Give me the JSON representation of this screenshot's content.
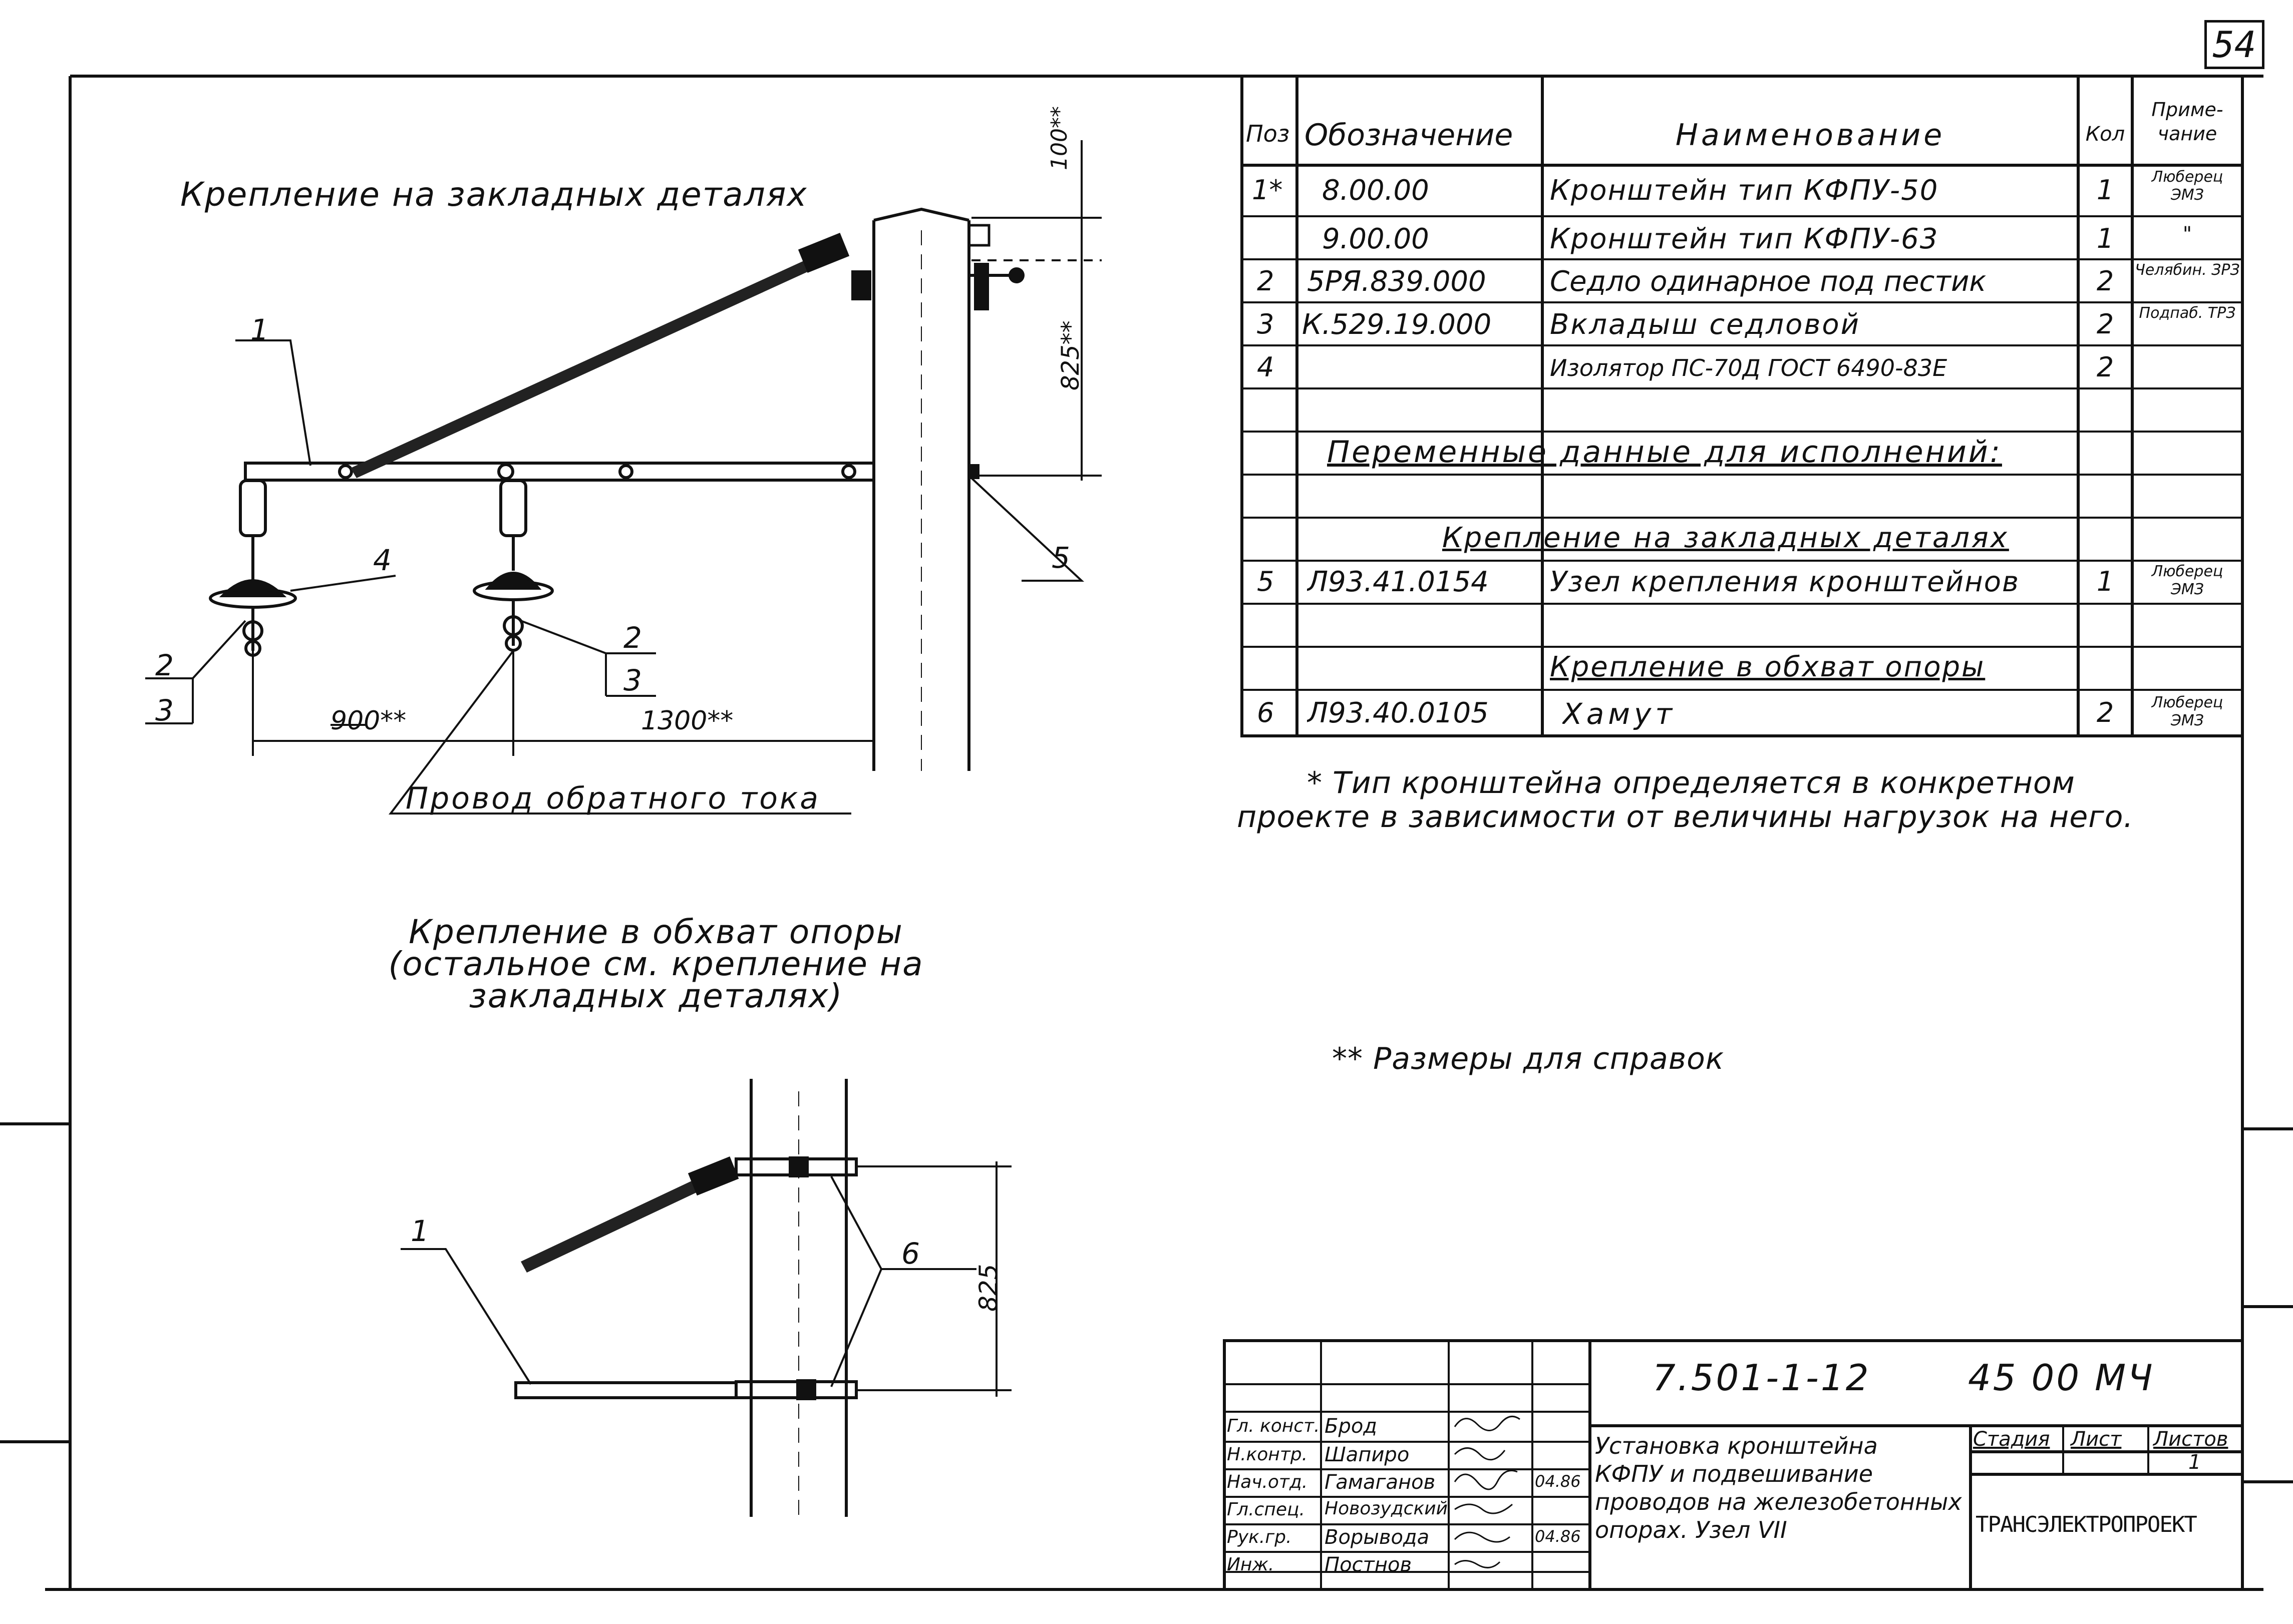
{
  "sheet_number": "54",
  "drawing": {
    "title_embedded": "Крепление на закладных деталях",
    "title_clamp": [
      "Крепление в обхват опоры",
      "(остальное см. крепление на",
      "закладных деталях)"
    ],
    "callouts_embedded": [
      "1",
      "2",
      "3",
      "4",
      "5",
      "2",
      "3"
    ],
    "dim_900": "900**",
    "dim_1300": "1300**",
    "dim_100": "100**",
    "dim_825_top": "825**",
    "wire_label": "Провод обратного тока",
    "callouts_clamp": [
      "1",
      "6"
    ],
    "dim_825_clamp": "825"
  },
  "spec_table": {
    "headers": [
      "Поз",
      "Обозначение",
      "Наименование",
      "Кол",
      "Приме-чание"
    ],
    "rows": [
      {
        "pos": "1*",
        "code": "8.00.00",
        "name": "Кронштейн тип КФПУ-50",
        "qty": "1",
        "note": "Люберец ЭМЗ"
      },
      {
        "pos": "",
        "code": "9.00.00",
        "name": "Кронштейн тип КФПУ-63",
        "qty": "1",
        "note": "\""
      },
      {
        "pos": "2",
        "code": "5РЯ.839.000",
        "name": "Седло одинарное под пестик",
        "qty": "2",
        "note": "Челябин. ЗРЗ"
      },
      {
        "pos": "3",
        "code": "К.529.19.000",
        "name": "Вкладыш седловой",
        "qty": "2",
        "note": "Подпаб. ТРЗ"
      },
      {
        "pos": "4",
        "code": "",
        "name": "Изолятор ПС-70Д ГОСТ 6490-83Е",
        "qty": "2",
        "note": ""
      },
      {
        "pos": "",
        "code": "",
        "name": "",
        "qty": "",
        "note": ""
      },
      {
        "pos": "",
        "code": "Переменные данные для исполнений:",
        "name": "",
        "qty": "",
        "note": ""
      },
      {
        "pos": "",
        "code": "",
        "name": "",
        "qty": "",
        "note": ""
      },
      {
        "pos": "",
        "code": "Крепление на закладных деталях",
        "name": "",
        "qty": "",
        "note": ""
      },
      {
        "pos": "5",
        "code": "Л93.41.0154",
        "name": "Узел крепления кронштейнов",
        "qty": "1",
        "note": "Люберец ЭМЗ"
      },
      {
        "pos": "",
        "code": "",
        "name": "",
        "qty": "",
        "note": ""
      },
      {
        "pos": "",
        "code": "",
        "name": "Крепление в обхват опоры",
        "qty": "",
        "note": ""
      },
      {
        "pos": "6",
        "code": "Л93.40.0105",
        "name": "Хамут",
        "qty": "2",
        "note": "Люберец ЭМЗ"
      }
    ]
  },
  "notes": {
    "footnote_1": [
      "* Тип кронштейна определяется в конкретном",
      "проекте в зависимости от величины нагрузок на него."
    ],
    "footnote_2": "** Размеры для справок"
  },
  "title_block": {
    "doc_code": "7.501-1-12",
    "doc_suffix": "45 00 МЧ",
    "roles": [
      "Гл. конст.",
      "Н.контр.",
      "Нач.отд.",
      "Гл.спец.",
      "Рук.гр.",
      "Инж."
    ],
    "names": [
      "Брод",
      "Шапиро",
      "Гамаганов",
      "Новозудский",
      "Ворывода",
      "Постнов"
    ],
    "dates": [
      "",
      "",
      "04.86",
      "",
      "04.86",
      ""
    ],
    "description": [
      "Установка кронштейна",
      "КФПУ и подвешивание",
      "проводов на железобетонных",
      "опорах. Узел VII"
    ],
    "stage_header": "Стадия",
    "sheet_header": "Лист",
    "sheets_header": "Листов",
    "sheets_value": "1",
    "organization": "ТРАНСЭЛЕКТРОПРОЕКТ"
  }
}
